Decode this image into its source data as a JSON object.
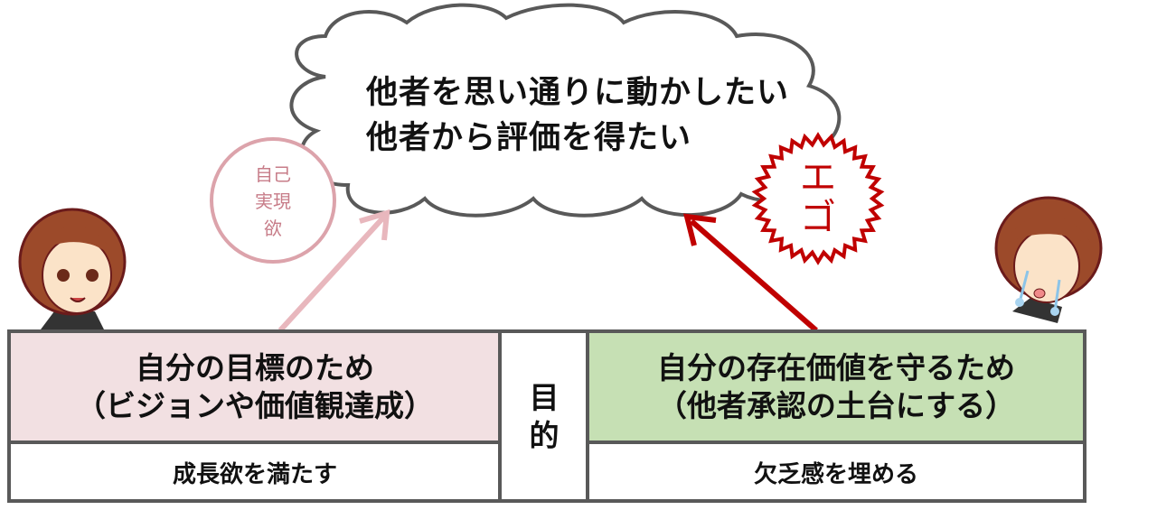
{
  "cloud": {
    "line1": "他者を思い通りに動かしたい",
    "line2": "他者から評価を得たい"
  },
  "self_actualization_badge": {
    "line1": "自己",
    "line2": "実現",
    "line3": "欲"
  },
  "ego_badge": {
    "line1": "エ",
    "line2": "ゴ"
  },
  "table": {
    "center_label": {
      "line1": "目",
      "line2": "的"
    },
    "left": {
      "title_line1": "自分の目標のため",
      "title_line2": "（ビジョンや価値観達成）",
      "sub": "成長欲を満たす"
    },
    "right": {
      "title_line1": "自分の存在価値を守るため",
      "title_line2": "（他者承認の土台にする）",
      "sub": "欠乏感を埋める"
    }
  },
  "colors": {
    "left_fill": "#f2e0e2",
    "right_fill": "#c6e0b4",
    "pink": "#dca3ab",
    "red": "#c00000",
    "border": "#595959"
  }
}
